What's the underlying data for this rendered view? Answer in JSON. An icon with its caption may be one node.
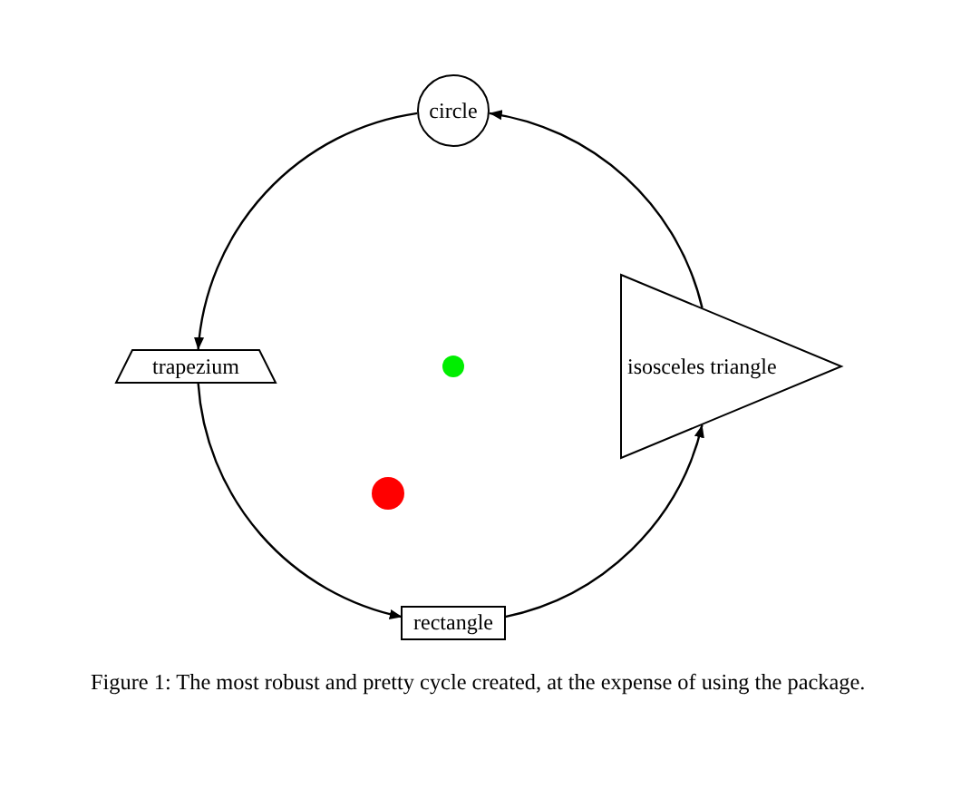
{
  "diagram": {
    "nodes": [
      {
        "text": [
          "circle"
        ]
      },
      {
        "text": [
          "trapezium"
        ]
      },
      {
        "text": [
          "isosceles triangle"
        ]
      },
      {
        "text": [
          "rectangle"
        ]
      }
    ],
    "edges": [
      {
        "from": 0,
        "to": 1,
        "arrow": "to"
      },
      {
        "from": 1,
        "to": 3,
        "arrow": "to"
      },
      {
        "from": 3,
        "to": 2,
        "arrow": "to"
      },
      {
        "from": 2,
        "to": 0,
        "arrow": "to"
      }
    ],
    "caption": "Figure 1: The most robust and pretty cycle created, at the expense of using the package."
  }
}
